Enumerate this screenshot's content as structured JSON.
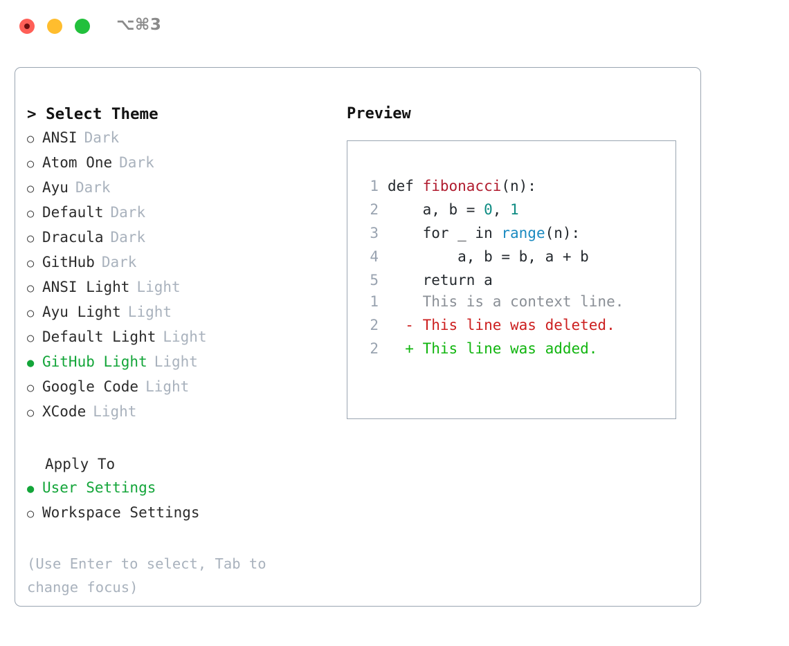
{
  "window": {
    "shortcut": "⌥⌘3",
    "traffic_lights": [
      {
        "name": "close",
        "color": "#ff5f57",
        "recording": true
      },
      {
        "name": "minimize",
        "color": "#ffbd2e",
        "recording": false
      },
      {
        "name": "zoom",
        "color": "#22c03c",
        "recording": false
      }
    ]
  },
  "colors": {
    "selected_green": "#13a539",
    "tag_gray": "#a9b2bd",
    "border": "#9aa5b1",
    "keyword": "#24292e",
    "function_name": "#b01b2e",
    "number": "#0d8b82",
    "builtin": "#1a8ac0",
    "diff_context": "#8a8f96",
    "diff_deleted": "#cc1f1f",
    "diff_added": "#11b50f"
  },
  "theme_list": {
    "heading": "> Select Theme",
    "marker_selected": "●",
    "marker_unselected": "○",
    "items": [
      {
        "label": "ANSI",
        "tag": "Dark",
        "selected": false
      },
      {
        "label": "Atom One",
        "tag": "Dark",
        "selected": false
      },
      {
        "label": "Ayu",
        "tag": "Dark",
        "selected": false
      },
      {
        "label": "Default",
        "tag": "Dark",
        "selected": false
      },
      {
        "label": "Dracula",
        "tag": "Dark",
        "selected": false
      },
      {
        "label": "GitHub",
        "tag": "Dark",
        "selected": false
      },
      {
        "label": "ANSI Light",
        "tag": "Light",
        "selected": false
      },
      {
        "label": "Ayu Light",
        "tag": "Light",
        "selected": false
      },
      {
        "label": "Default Light",
        "tag": "Light",
        "selected": false
      },
      {
        "label": "GitHub Light",
        "tag": "Light",
        "selected": true
      },
      {
        "label": "Google Code",
        "tag": "Light",
        "selected": false
      },
      {
        "label": "XCode",
        "tag": "Light",
        "selected": false
      }
    ]
  },
  "apply_to": {
    "title": "Apply To",
    "items": [
      {
        "label": "User Settings",
        "selected": true
      },
      {
        "label": "Workspace Settings",
        "selected": false
      }
    ]
  },
  "hint": "(Use Enter to select, Tab to change focus)",
  "preview": {
    "heading": "Preview",
    "code_lines": [
      {
        "no": "1",
        "tokens": [
          {
            "t": "def ",
            "c": "code-text"
          },
          {
            "t": "fibonacci",
            "c": "tok-fn"
          },
          {
            "t": "(n):",
            "c": "code-text"
          }
        ]
      },
      {
        "no": "2",
        "tokens": [
          {
            "t": "    a, b = ",
            "c": "code-text"
          },
          {
            "t": "0",
            "c": "tok-num"
          },
          {
            "t": ", ",
            "c": "code-text"
          },
          {
            "t": "1",
            "c": "tok-num"
          }
        ]
      },
      {
        "no": "3",
        "tokens": [
          {
            "t": "    for _ in ",
            "c": "code-text"
          },
          {
            "t": "range",
            "c": "tok-blu"
          },
          {
            "t": "(n):",
            "c": "code-text"
          }
        ]
      },
      {
        "no": "4",
        "tokens": [
          {
            "t": "        a, b = b, a + b",
            "c": "code-text"
          }
        ]
      },
      {
        "no": "5",
        "tokens": [
          {
            "t": "    return a",
            "c": "code-text"
          }
        ]
      }
    ],
    "diff_lines": [
      {
        "no": "1",
        "sign": " ",
        "text": "This is a context line.",
        "kind": "diff-ctx"
      },
      {
        "no": "2",
        "sign": "-",
        "text": "This line was deleted.",
        "kind": "diff-del"
      },
      {
        "no": "2",
        "sign": "+",
        "text": "This line was added.",
        "kind": "diff-add"
      }
    ]
  }
}
